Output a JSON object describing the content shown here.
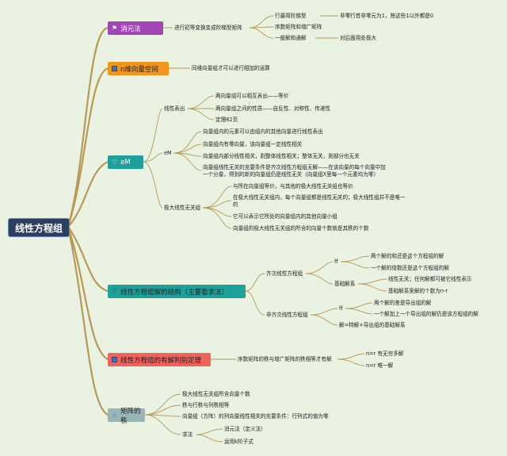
{
  "root": "线性方程组",
  "branches": {
    "b1": {
      "label": "消元法",
      "icon": "flag-icon",
      "color": "#a047b5"
    },
    "b2": {
      "label": "n维向量空间",
      "icon": "square-icon",
      "color": "#f3951c"
    },
    "b3": {
      "label": "eM",
      "icon": "heart-icon",
      "color": "#1fa19b"
    },
    "b4": {
      "label": "线性方程组解的结构（主要看求法）",
      "icon": "heart-icon",
      "color": "#1fa19b"
    },
    "b5": {
      "label": "线性方程组的有解判别定理",
      "icon": "square-icon",
      "color": "#f0635c"
    },
    "b6": {
      "label": "矩阵的秩",
      "icon": "star-icon",
      "color": "#99b5b5"
    }
  },
  "nodes": {
    "n1a": "进行初等变换变成阶梯型矩阵",
    "n1b": "行最简阶梯型",
    "n1c": "非零行首非零元为1，除这些1以外都是0",
    "n1d": "序数矩阵和增广矩阵",
    "n1e": "一般解和通解",
    "n1f": "对后面用处极大",
    "n2a": "同维向量组才可以进行相加的运算",
    "n3a": "线性表出",
    "n3b": "两向量组可以相互表出——等价",
    "n3c": "两向量组之间的性质——自反性、对称性、传递性",
    "n3d": "定理82页",
    "n3e": "eM",
    "n3f": "向量组内的元素可以由组内的其他向量进行线性表出",
    "n3g": "向量组内有零向量，该向量组一定线性相关",
    "n3h": "向量组内部分线性相关，则整体线性相关；整体无关，则部分也无关",
    "n3i1": "向量组线性无关的充要条件是齐次线性方程组无解——在该向量的每个向量中加",
    "n3i2": "一个分量，得到的新的向量组仍是线性无关（向量组X里每一个元素均为零）",
    "n3j": "极大线性无关组",
    "n3k": "与所在向量组等价，与其他的极大线性无关组也等价",
    "n3l1": "在极大线性无关组内，每个向量组都是线性无关的；极大线性组并不是唯一",
    "n3l2": "的",
    "n3m": "它可以表示它所处的向量组内的其他向量小组",
    "n3n": "向量组的极大线性无关组的所含的向量个数就是其秩的个数",
    "n4a": "齐次线性方程组",
    "n4b": "ff",
    "n4c": "两个解的和还是这个方程组的解",
    "n4d": "一个解的倍数还是这个方程组的解",
    "n4e": "基础解系",
    "n4f": "线性无关；任何解都可被它线性表示",
    "n4g": "基础解系里解的个数为n-r",
    "n4h": "非齐次线性方程组",
    "n4i": "ff",
    "n4j": "两个解的差是导出组的解",
    "n4k": "一个解加上一个导出组的解仍是该方程组的解",
    "n4l": "解=特解+导出组的基础解系",
    "n5a": "序数矩阵的秩与增广矩阵的秩相等才有解",
    "n5b": "n=r 有无穷多解",
    "n5c": "n=r 唯一解",
    "n6a": "极大线性无关组所含向量个数",
    "n6b": "秩与行秩与列秩相等",
    "n6c": "向量组（方阵）的列向量线性相关的充要条件：行列式的值为零",
    "n6d": "求法",
    "n6e": "消元法（定义法）",
    "n6f": "运用k阶子式"
  }
}
